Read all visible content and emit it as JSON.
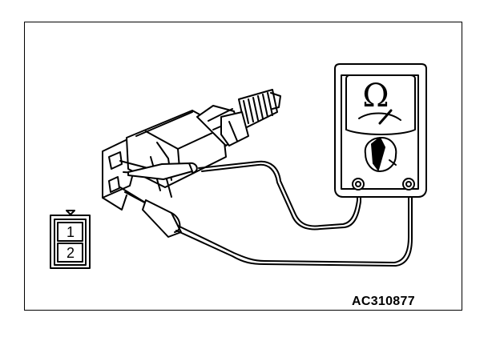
{
  "figure": {
    "reference_code": "AC310877",
    "connector": {
      "pins": [
        "1",
        "2"
      ]
    },
    "meter": {
      "unit_symbol": "Ω",
      "icon": "ohmmeter-icon",
      "dial_icon": "selector-knob-icon"
    },
    "switch_icon": "brake-light-switch-icon",
    "probe_icon": "test-probe-icon",
    "line_color": "#000000",
    "background": "#ffffff"
  }
}
